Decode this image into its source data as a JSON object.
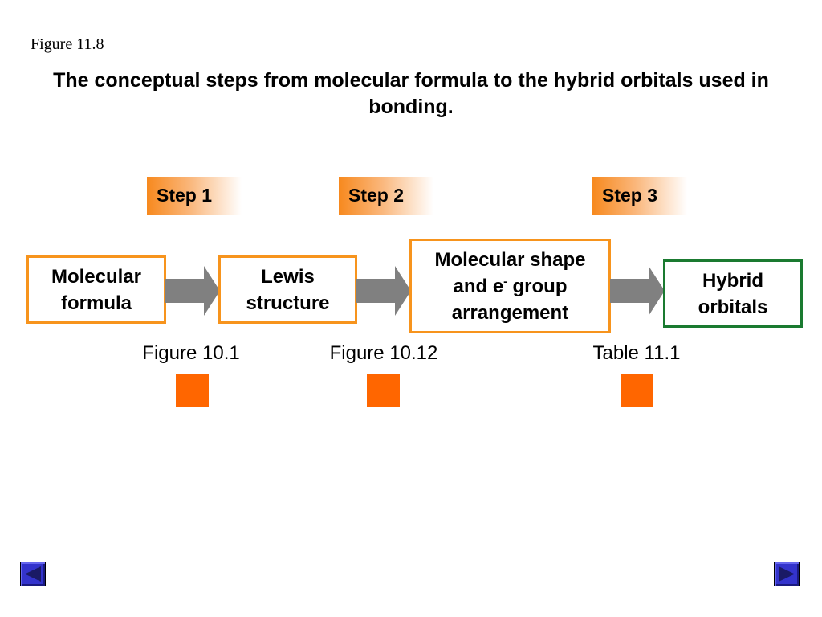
{
  "figure_label": "Figure 11.8",
  "title": "The conceptual steps from molecular formula to the hybrid orbitals used in bonding.",
  "steps": [
    "Step 1",
    "Step 2",
    "Step 3"
  ],
  "boxes": {
    "molecular_formula": {
      "line1": "Molecular",
      "line2": "formula"
    },
    "lewis_structure": {
      "line1": "Lewis",
      "line2": "structure"
    },
    "molecular_shape": {
      "line1": "Molecular shape",
      "line2a": "and e",
      "sup": "-",
      "line2b": " group",
      "line3": "arrangement"
    },
    "hybrid_orbitals": {
      "line1": "Hybrid",
      "line2": "orbitals"
    }
  },
  "references": [
    "Figure 10.1",
    "Figure 10.12",
    "Table 11.1"
  ],
  "icons": {
    "prev": "back-triangle-icon",
    "next": "forward-triangle-icon"
  },
  "colors": {
    "step_fill": "#f7891e",
    "box_border": "#f7941d",
    "final_box_border": "#1a7a30",
    "arrow": "#808080",
    "link_square": "#ff6600",
    "nav_button": "#3333cc"
  }
}
